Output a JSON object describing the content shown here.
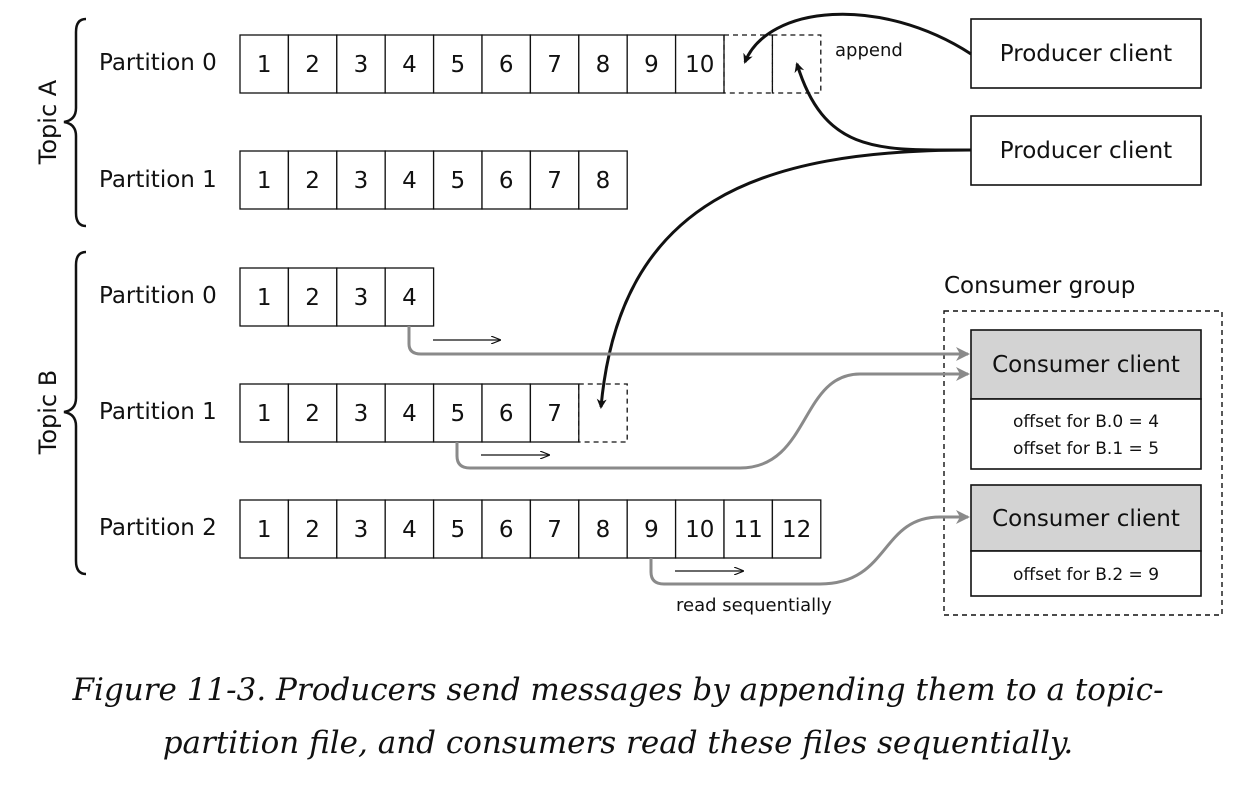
{
  "topics": [
    {
      "name": "Topic A",
      "partitions": [
        {
          "label": "Partition 0",
          "cells": [
            "1",
            "2",
            "3",
            "4",
            "5",
            "6",
            "7",
            "8",
            "9",
            "10"
          ],
          "pending_slots": 2
        },
        {
          "label": "Partition 1",
          "cells": [
            "1",
            "2",
            "3",
            "4",
            "5",
            "6",
            "7",
            "8"
          ],
          "pending_slots": 0
        }
      ]
    },
    {
      "name": "Topic B",
      "partitions": [
        {
          "label": "Partition 0",
          "cells": [
            "1",
            "2",
            "3",
            "4"
          ],
          "pending_slots": 0
        },
        {
          "label": "Partition 1",
          "cells": [
            "1",
            "2",
            "3",
            "4",
            "5",
            "6",
            "7"
          ],
          "pending_slots": 1
        },
        {
          "label": "Partition 2",
          "cells": [
            "1",
            "2",
            "3",
            "4",
            "5",
            "6",
            "7",
            "8",
            "9",
            "10",
            "11",
            "12"
          ],
          "pending_slots": 0
        }
      ]
    }
  ],
  "producers": [
    {
      "label": "Producer client"
    },
    {
      "label": "Producer client"
    }
  ],
  "append_label": "append",
  "read_label": "read sequentially",
  "consumer_group": {
    "title": "Consumer group",
    "clients": [
      {
        "label": "Consumer client",
        "offsets": [
          "offset for B.0 = 4",
          "offset for B.1 = 5"
        ]
      },
      {
        "label": "Consumer client",
        "offsets": [
          "offset for B.2 = 9"
        ]
      }
    ]
  },
  "caption": {
    "line1": "Figure 11-3. Producers send messages by appending them to a topic-",
    "line2": "partition file, and consumers read these files sequentially."
  },
  "colors": {
    "ink": "#111111",
    "consumer_fill": "#d3d3d3",
    "read_arrow": "#8a8a8a"
  }
}
